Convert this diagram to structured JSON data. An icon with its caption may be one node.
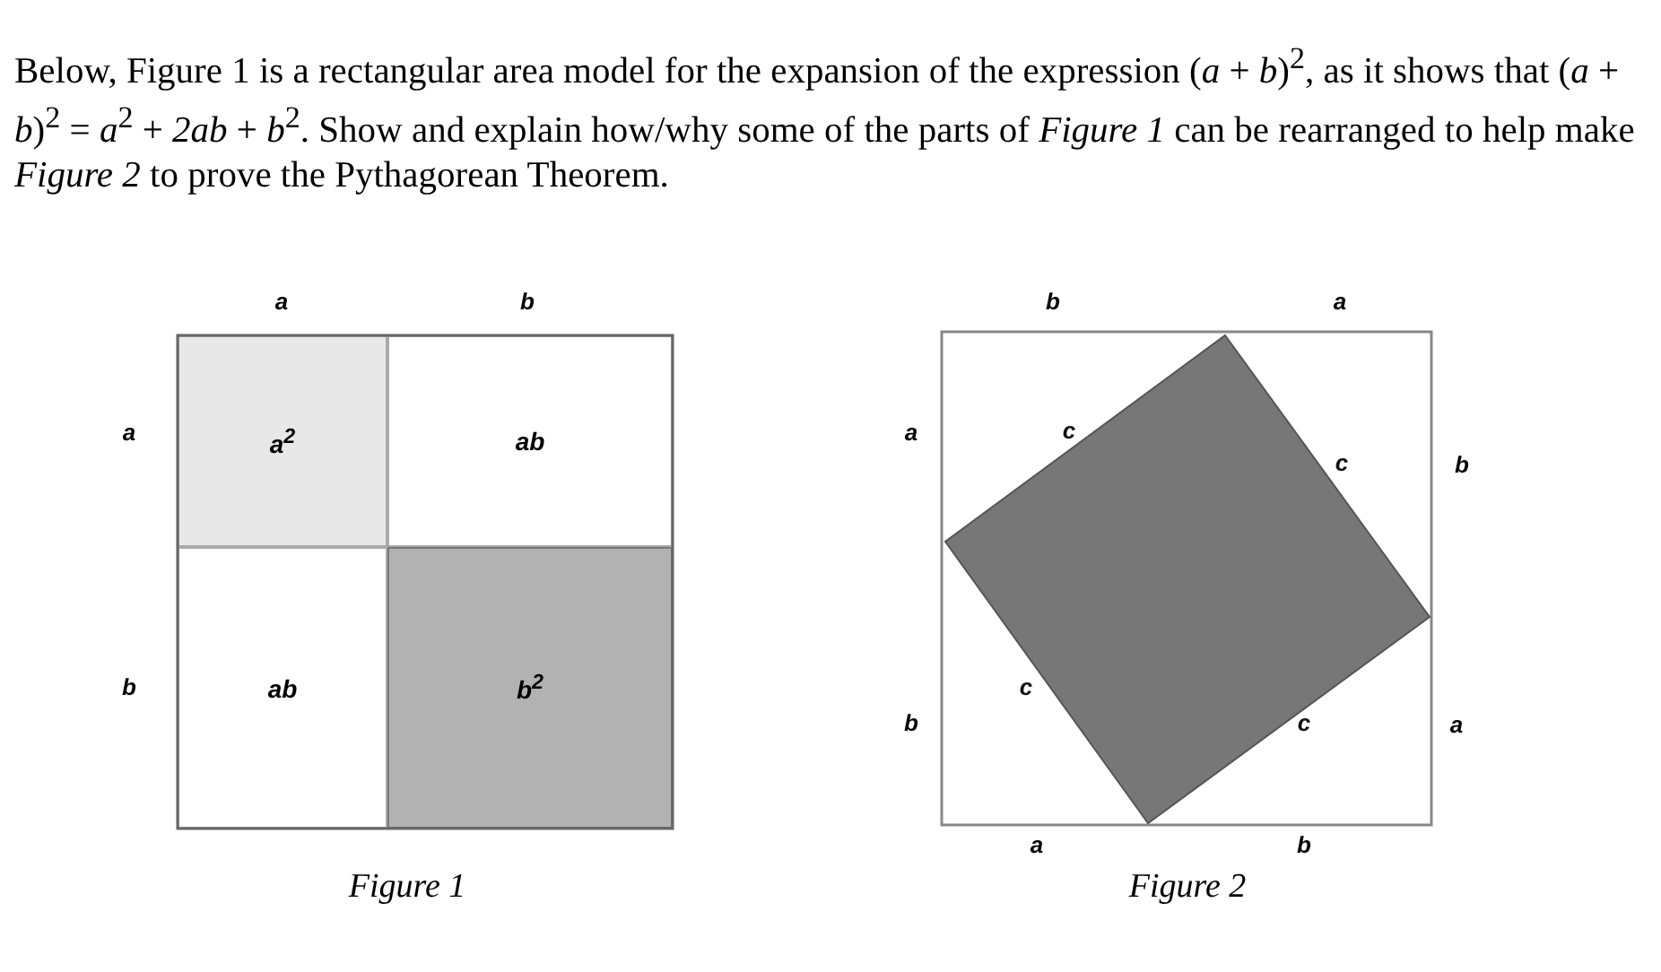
{
  "diagram": {
    "title": "Below, Figure 1 is a rectangular area model for the expansion of the expression (*a* + *b*)$^{2}$, as it shows that (*a* + *b*)$^{2}$ = *a*$^{2}$ + *2ab* + *b*$^{2}$. Show and explain how/why some of the parts of *Figure 1* can be rearranged to help make *Figure 2* to prove the Pythagorean Theorem.",
    "nodes": [
      {
        "text": [
          "a$^{2}$"
        ]
      },
      {
        "text": [
          "ab"
        ]
      },
      {
        "text": [
          "ab"
        ]
      },
      {
        "text": [
          "b$^{2}$"
        ]
      }
    ],
    "labels": [
      "a",
      "b",
      "a",
      "b",
      "Figure 1",
      "b",
      "a",
      "a",
      "c",
      "c",
      "b",
      "c",
      "b",
      "c",
      "a",
      "a",
      "b",
      "Figure 2"
    ]
  }
}
